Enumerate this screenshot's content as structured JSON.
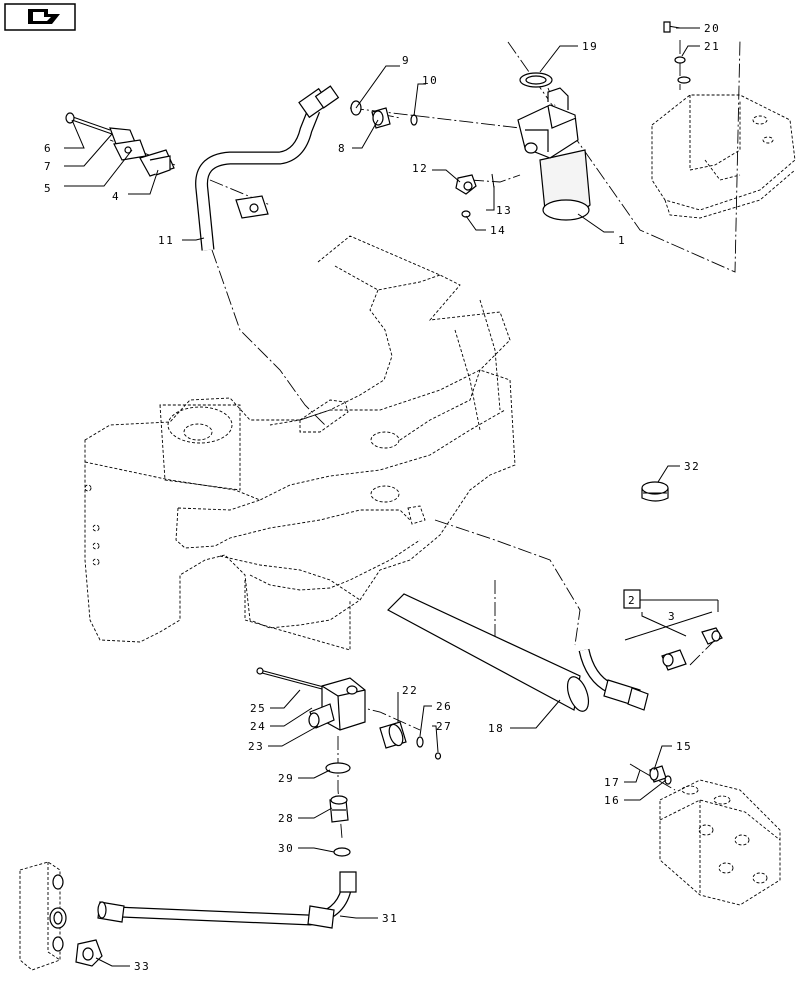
{
  "nav": {
    "icon": "back-arrow-icon"
  },
  "callouts": [
    {
      "id": "c1",
      "label": "1"
    },
    {
      "id": "c2",
      "label": "2"
    },
    {
      "id": "c3",
      "label": "3"
    },
    {
      "id": "c4",
      "label": "4"
    },
    {
      "id": "c5",
      "label": "5"
    },
    {
      "id": "c6",
      "label": "6"
    },
    {
      "id": "c7",
      "label": "7"
    },
    {
      "id": "c8",
      "label": "8"
    },
    {
      "id": "c9",
      "label": "9"
    },
    {
      "id": "c10",
      "label": "10"
    },
    {
      "id": "c11",
      "label": "11"
    },
    {
      "id": "c12",
      "label": "12"
    },
    {
      "id": "c13",
      "label": "13"
    },
    {
      "id": "c14",
      "label": "14"
    },
    {
      "id": "c15",
      "label": "15"
    },
    {
      "id": "c16",
      "label": "16"
    },
    {
      "id": "c17",
      "label": "17"
    },
    {
      "id": "c18",
      "label": "18"
    },
    {
      "id": "c19",
      "label": "19"
    },
    {
      "id": "c20",
      "label": "20"
    },
    {
      "id": "c21",
      "label": "21"
    },
    {
      "id": "c22",
      "label": "22"
    },
    {
      "id": "c23",
      "label": "23"
    },
    {
      "id": "c24",
      "label": "24"
    },
    {
      "id": "c25",
      "label": "25"
    },
    {
      "id": "c26",
      "label": "26"
    },
    {
      "id": "c27",
      "label": "27"
    },
    {
      "id": "c28",
      "label": "28"
    },
    {
      "id": "c29",
      "label": "29"
    },
    {
      "id": "c30",
      "label": "30"
    },
    {
      "id": "c31",
      "label": "31"
    },
    {
      "id": "c32",
      "label": "32"
    },
    {
      "id": "c33",
      "label": "33"
    }
  ]
}
